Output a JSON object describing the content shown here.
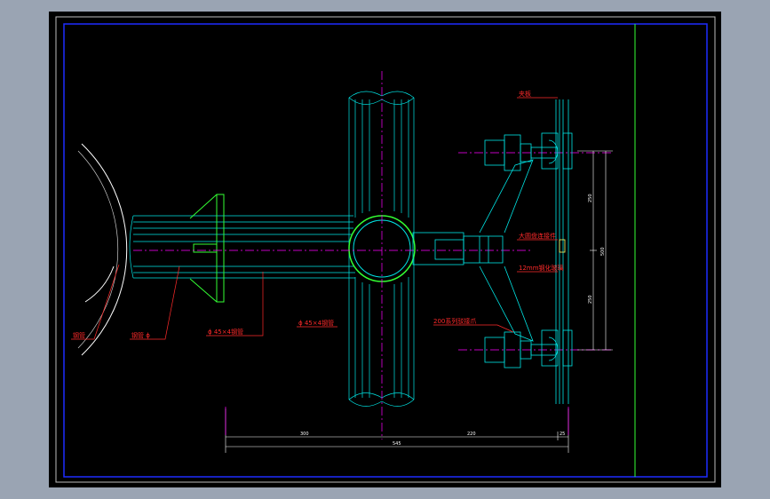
{
  "colors": {
    "viewport": "#9aa4b3",
    "paper": "#000000",
    "frame": "#1e2cff",
    "cyan": "#00e5e5",
    "green": "#33ff33",
    "red": "#ff2a2a",
    "magenta": "#ff00ff",
    "white": "#ffffff"
  },
  "callouts": {
    "left_1": "钢管",
    "left_2": "钢管 ϕ",
    "left_3": "ϕ 45×4钢管",
    "center": "ϕ 45×4钢管",
    "right_top": "夹板",
    "right_mid": "大圆盘连接件",
    "right_mid2": "12mm钢化玻璃",
    "right_bottom": "200系列驳接爪"
  },
  "dimensions": {
    "d_bottom_left": "300",
    "d_bottom_right": "220",
    "d_bottom_small": "25",
    "d_bottom_total": "545",
    "d_right_top": "250",
    "d_right_bottom": "250",
    "d_right_total": "500"
  }
}
